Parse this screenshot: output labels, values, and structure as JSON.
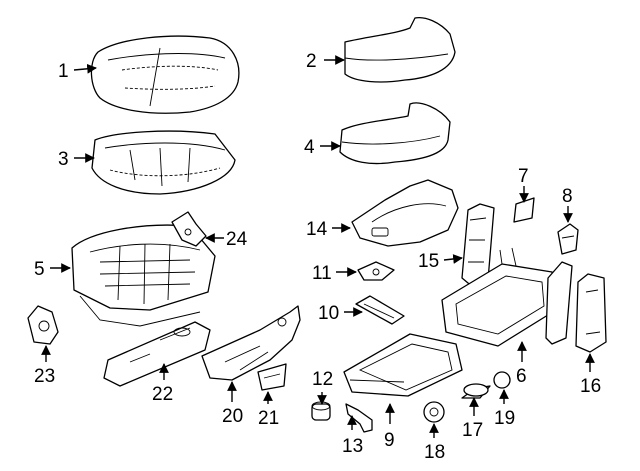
{
  "diagram": {
    "title": "",
    "callouts": [
      {
        "id": "1",
        "label": "1"
      },
      {
        "id": "2",
        "label": "2"
      },
      {
        "id": "3",
        "label": "3"
      },
      {
        "id": "4",
        "label": "4"
      },
      {
        "id": "5",
        "label": "5"
      },
      {
        "id": "6",
        "label": "6"
      },
      {
        "id": "7",
        "label": "7"
      },
      {
        "id": "8",
        "label": "8"
      },
      {
        "id": "9",
        "label": "9"
      },
      {
        "id": "10",
        "label": "10"
      },
      {
        "id": "11",
        "label": "11"
      },
      {
        "id": "12",
        "label": "12"
      },
      {
        "id": "13",
        "label": "13"
      },
      {
        "id": "14",
        "label": "14"
      },
      {
        "id": "15",
        "label": "15"
      },
      {
        "id": "16",
        "label": "16"
      },
      {
        "id": "17",
        "label": "17"
      },
      {
        "id": "18",
        "label": "18"
      },
      {
        "id": "19",
        "label": "19"
      },
      {
        "id": "20",
        "label": "20"
      },
      {
        "id": "21",
        "label": "21"
      },
      {
        "id": "22",
        "label": "22"
      },
      {
        "id": "23",
        "label": "23"
      },
      {
        "id": "24",
        "label": "24"
      }
    ]
  }
}
